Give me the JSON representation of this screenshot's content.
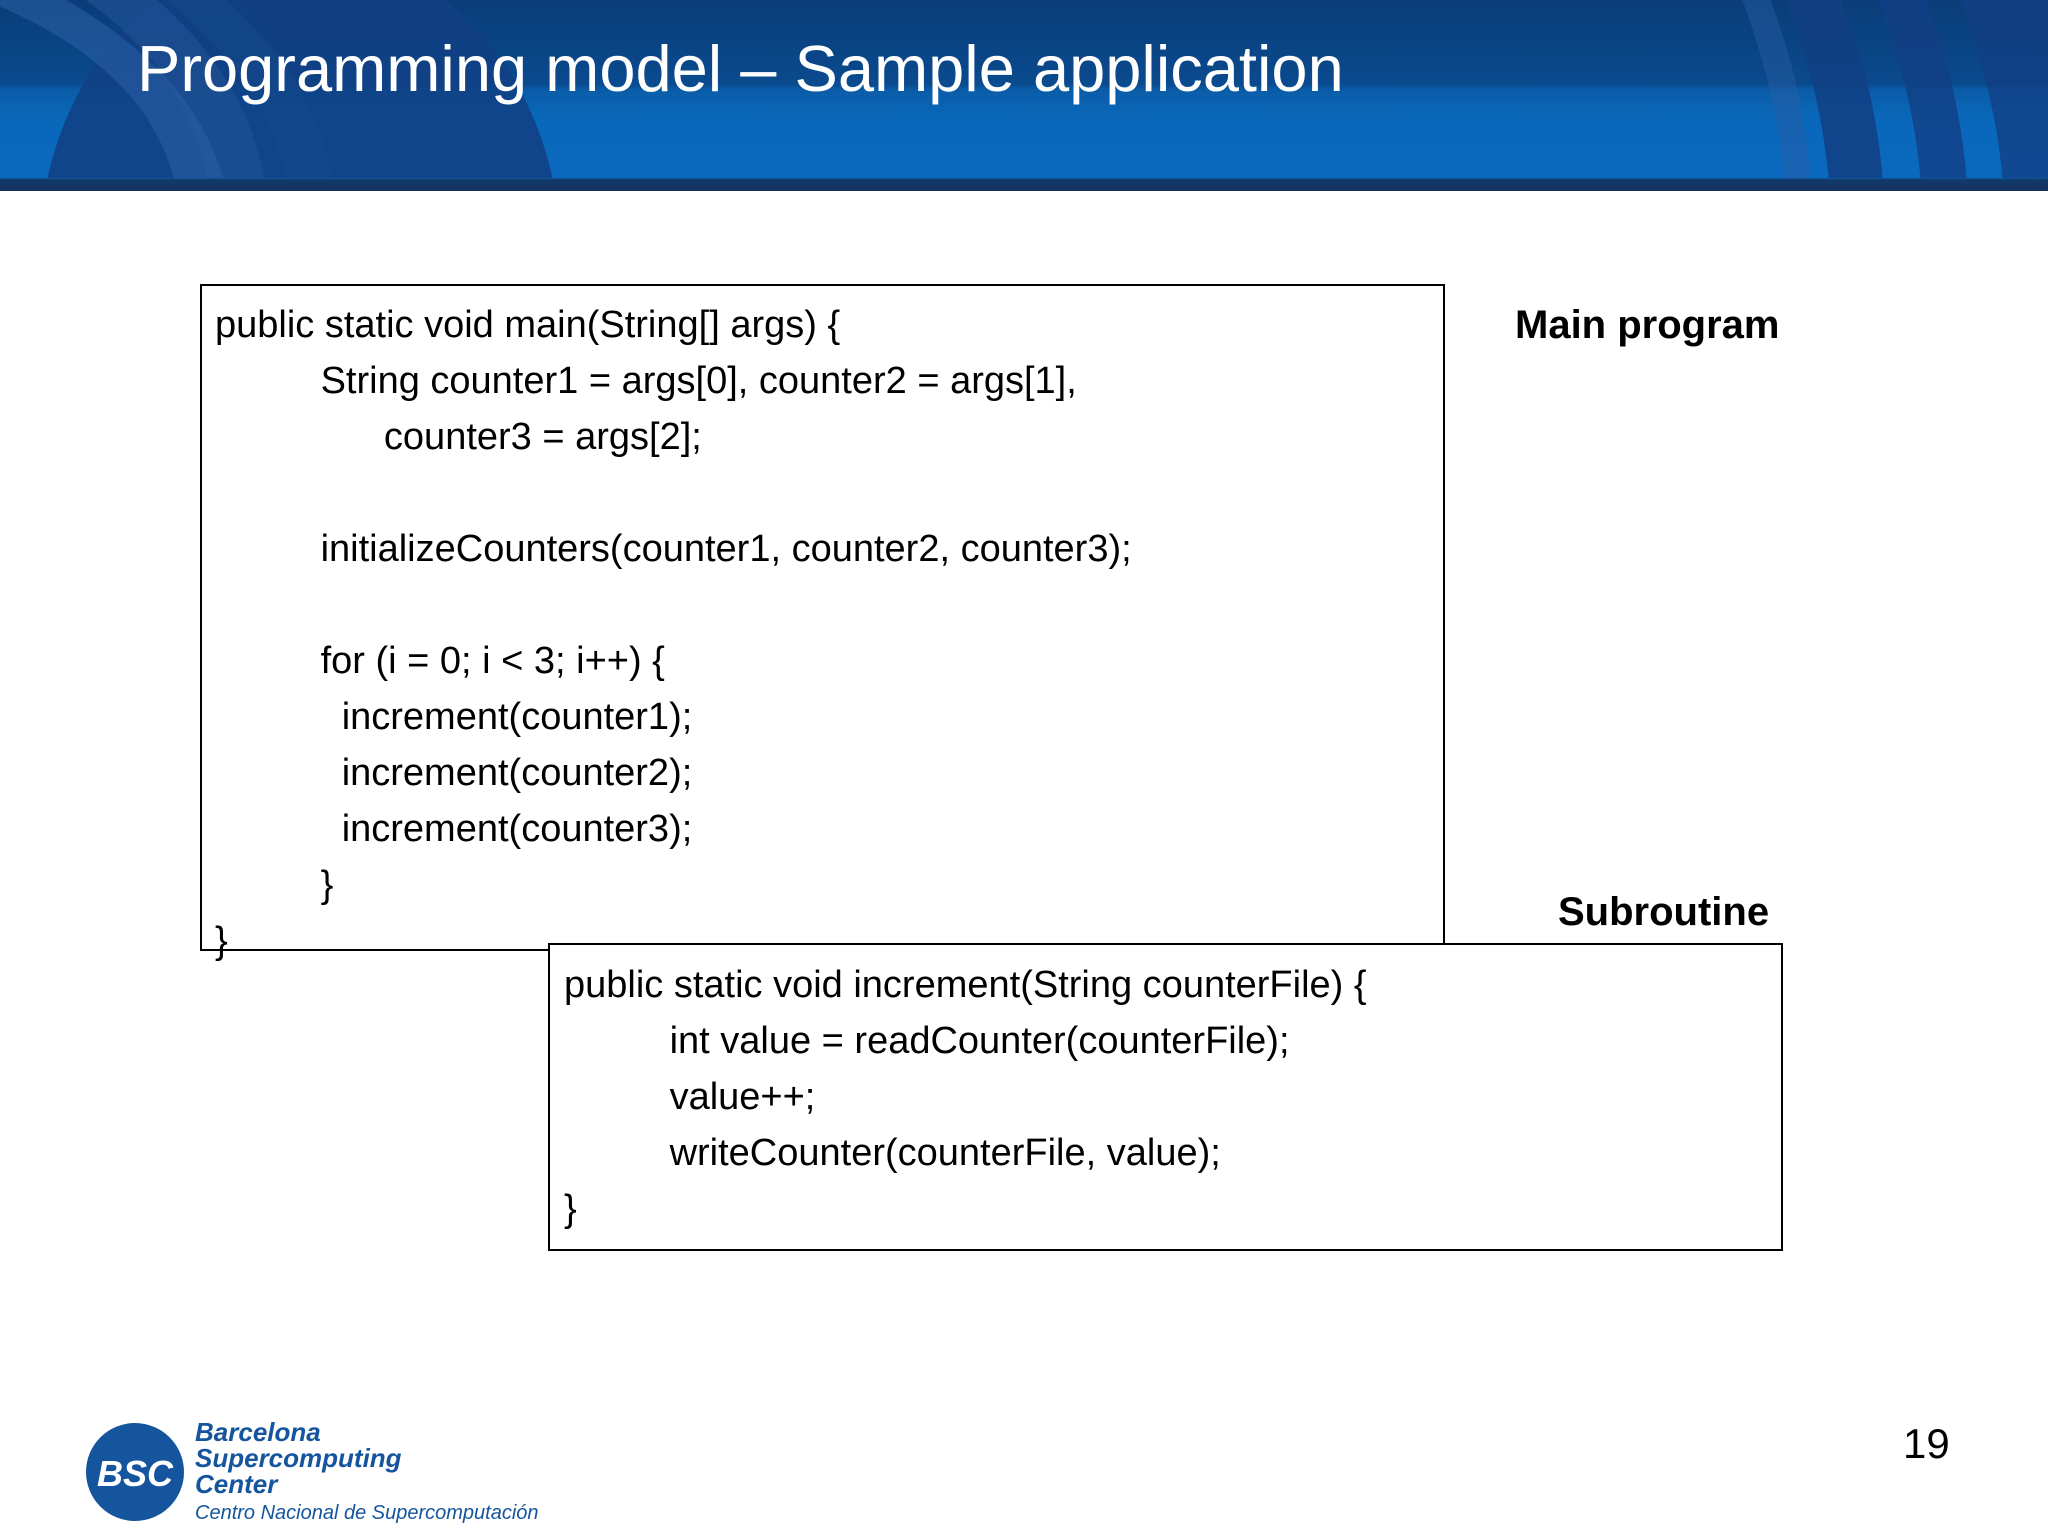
{
  "slide": {
    "title": "Programming model – Sample application",
    "page_number": "19",
    "header_colors": {
      "dark_navy": "#0a3d79",
      "mid_blue": "#0a5ca7",
      "bright_blue": "#0a69be",
      "bottom_strip": "#14325e"
    }
  },
  "main_program": {
    "label": "Main program",
    "code": "public static void main(String[] args) {\n          String counter1 = args[0], counter2 = args[1],\n                counter3 = args[2];\n\n          initializeCounters(counter1, counter2, counter3);\n\n          for (i = 0; i < 3; i++) {\n            increment(counter1);\n            increment(counter2);\n            increment(counter3);\n          }\n}"
  },
  "subroutine": {
    "label": "Subroutine",
    "code": "public static void increment(String counterFile) {\n          int value = readCounter(counterFile);\n          value++;\n          writeCounter(counterFile, value);\n}"
  },
  "logo": {
    "mark_text": "BSC",
    "line1": "Barcelona",
    "line2": "Supercomputing",
    "line3": "Center",
    "tagline": "Centro Nacional de Supercomputación",
    "color": "#15559e"
  }
}
